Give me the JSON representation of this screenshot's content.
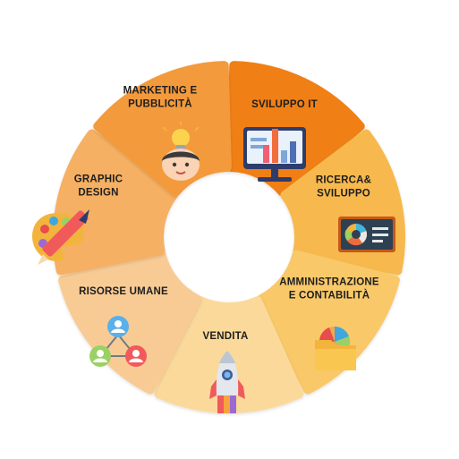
{
  "diagram": {
    "segments": [
      {
        "id": "sviluppo-it",
        "lines": [
          "SVILUPPO IT"
        ],
        "color": "#f07f12",
        "icon": "monitor-chart-icon"
      },
      {
        "id": "ricerca-sviluppo",
        "lines": [
          "RICERCA&",
          "SVILUPPO"
        ],
        "color": "#f7b94e",
        "icon": "pie-chart-board-icon"
      },
      {
        "id": "amministrazione-contabilita",
        "lines": [
          "AMMINISTRAZIONE",
          "E CONTABILITÀ"
        ],
        "color": "#f9c869",
        "icon": "folder-pie-icon"
      },
      {
        "id": "vendita",
        "lines": [
          "VENDITA"
        ],
        "color": "#fbd99a",
        "icon": "rocket-icon"
      },
      {
        "id": "risorse-umane",
        "lines": [
          "RISORSE UMANE"
        ],
        "color": "#f9cb94",
        "icon": "team-network-icon"
      },
      {
        "id": "graphic-design",
        "lines": [
          "GRAPHIC",
          "DESIGN"
        ],
        "color": "#f5b063",
        "icon": "pen-palette-icon"
      },
      {
        "id": "marketing-pubblicita",
        "lines": [
          "MARKETING E",
          "PUBBLICITÀ"
        ],
        "color": "#f39a3d",
        "icon": "idea-head-icon"
      }
    ]
  }
}
